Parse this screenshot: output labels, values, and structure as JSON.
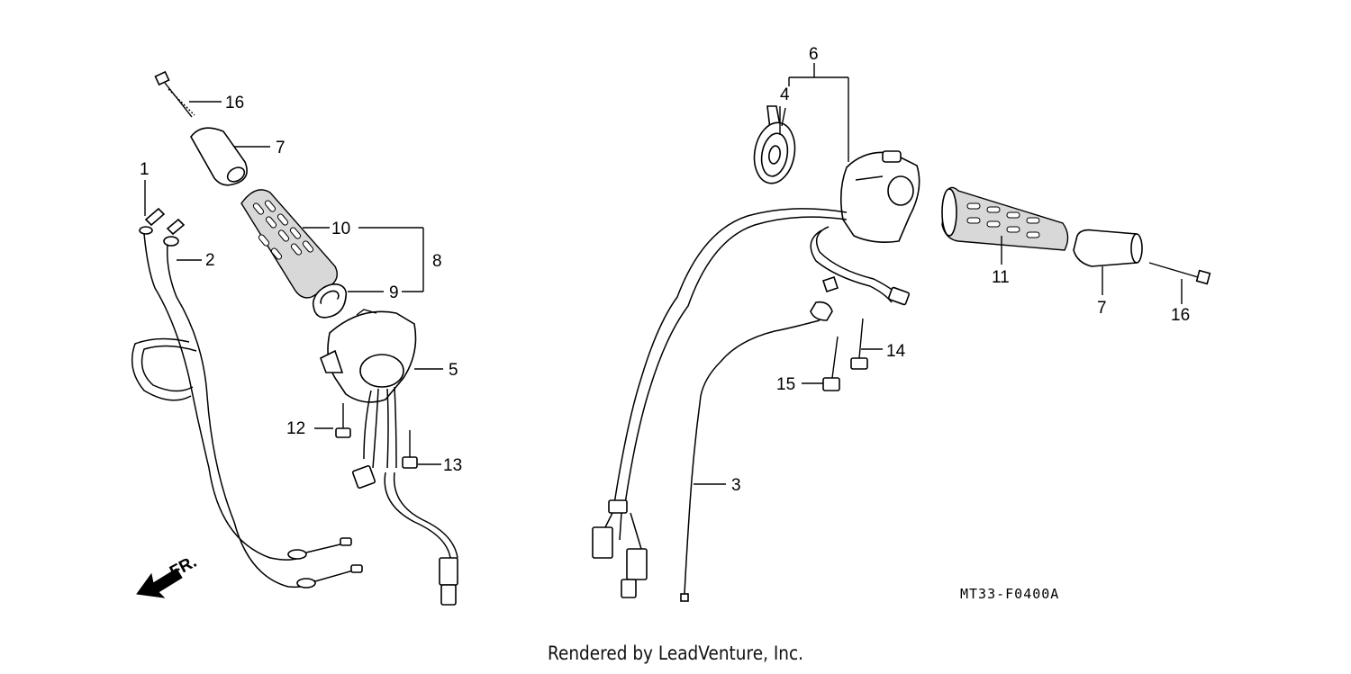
{
  "callouts": {
    "c1": "1",
    "c2": "2",
    "c3": "3",
    "c4": "4",
    "c5": "5",
    "c6": "6",
    "c7a": "7",
    "c7b": "7",
    "c8": "8",
    "c9": "9",
    "c10": "10",
    "c11": "11",
    "c12": "12",
    "c13": "13",
    "c14": "14",
    "c15": "15",
    "c16a": "16",
    "c16b": "16"
  },
  "direction_label": "FR.",
  "diagram_code": "MT33-F0400A",
  "footer": "Rendered by LeadVenture, Inc."
}
